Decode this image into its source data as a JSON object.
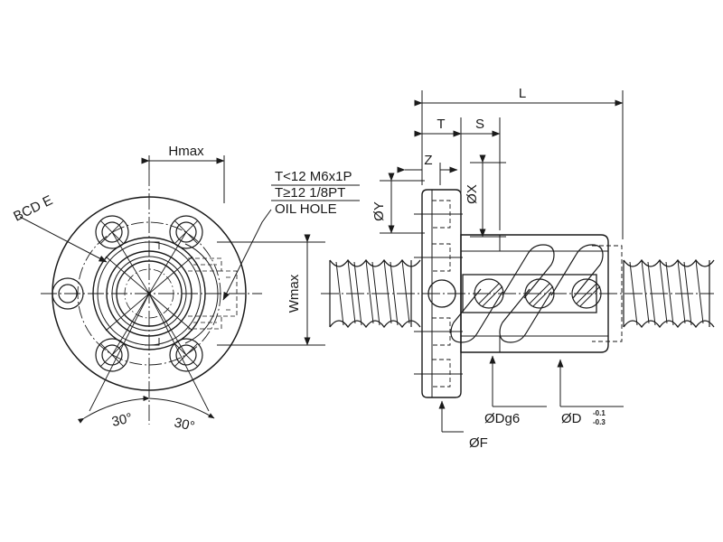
{
  "drawing": {
    "title": "Ball screw nut assembly — flange section view and side elevation",
    "background_color": "#ffffff",
    "line_color": "#1a1a1a",
    "dimension_labels": {
      "hmax": "Hmax",
      "wmax": "Wmax",
      "bcd": "BCD E",
      "angle_left": "30°",
      "angle_right": "30°",
      "length_l": "L",
      "dim_t": "T",
      "dim_s": "S",
      "dim_z": "Z",
      "dia_x": "ØX",
      "dia_y": "ØY",
      "dia_f": "ØF",
      "dia_dg6": "ØDg6",
      "dia_d": "ØD",
      "dia_d_tol_upper": "-0.1",
      "dia_d_tol_lower": "-0.3"
    },
    "notes": {
      "line1": "T<12  M6x1P",
      "line2": "T≥12  1/8PT",
      "line3": "OIL HOLE"
    },
    "icons": {
      "arrow": "arrow-icon",
      "diameter": "diameter-symbol",
      "centerline": "centerline-icon"
    }
  }
}
